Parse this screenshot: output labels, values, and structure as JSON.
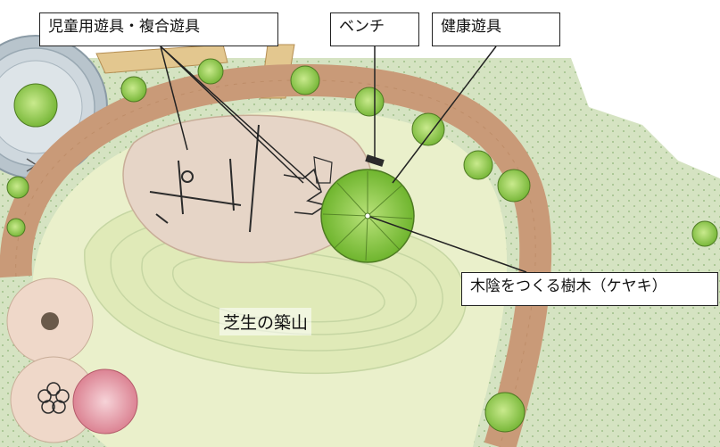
{
  "labels": {
    "playground_equipment": "児童用遊具・複合遊具",
    "bench": "ベンチ",
    "fitness_equipment": "健康遊具",
    "shade_tree": "木陰をつくる樹木（ケヤキ）",
    "lawn_mound": "芝生の築山"
  },
  "colors": {
    "path": "#c99a78",
    "lawn_pale": "#e7edc7",
    "grass_dotted": "#d7e4c4",
    "play_area": "#e7d8cc",
    "tree_green": "#86c440",
    "tree_pink": "#e69aa6"
  }
}
